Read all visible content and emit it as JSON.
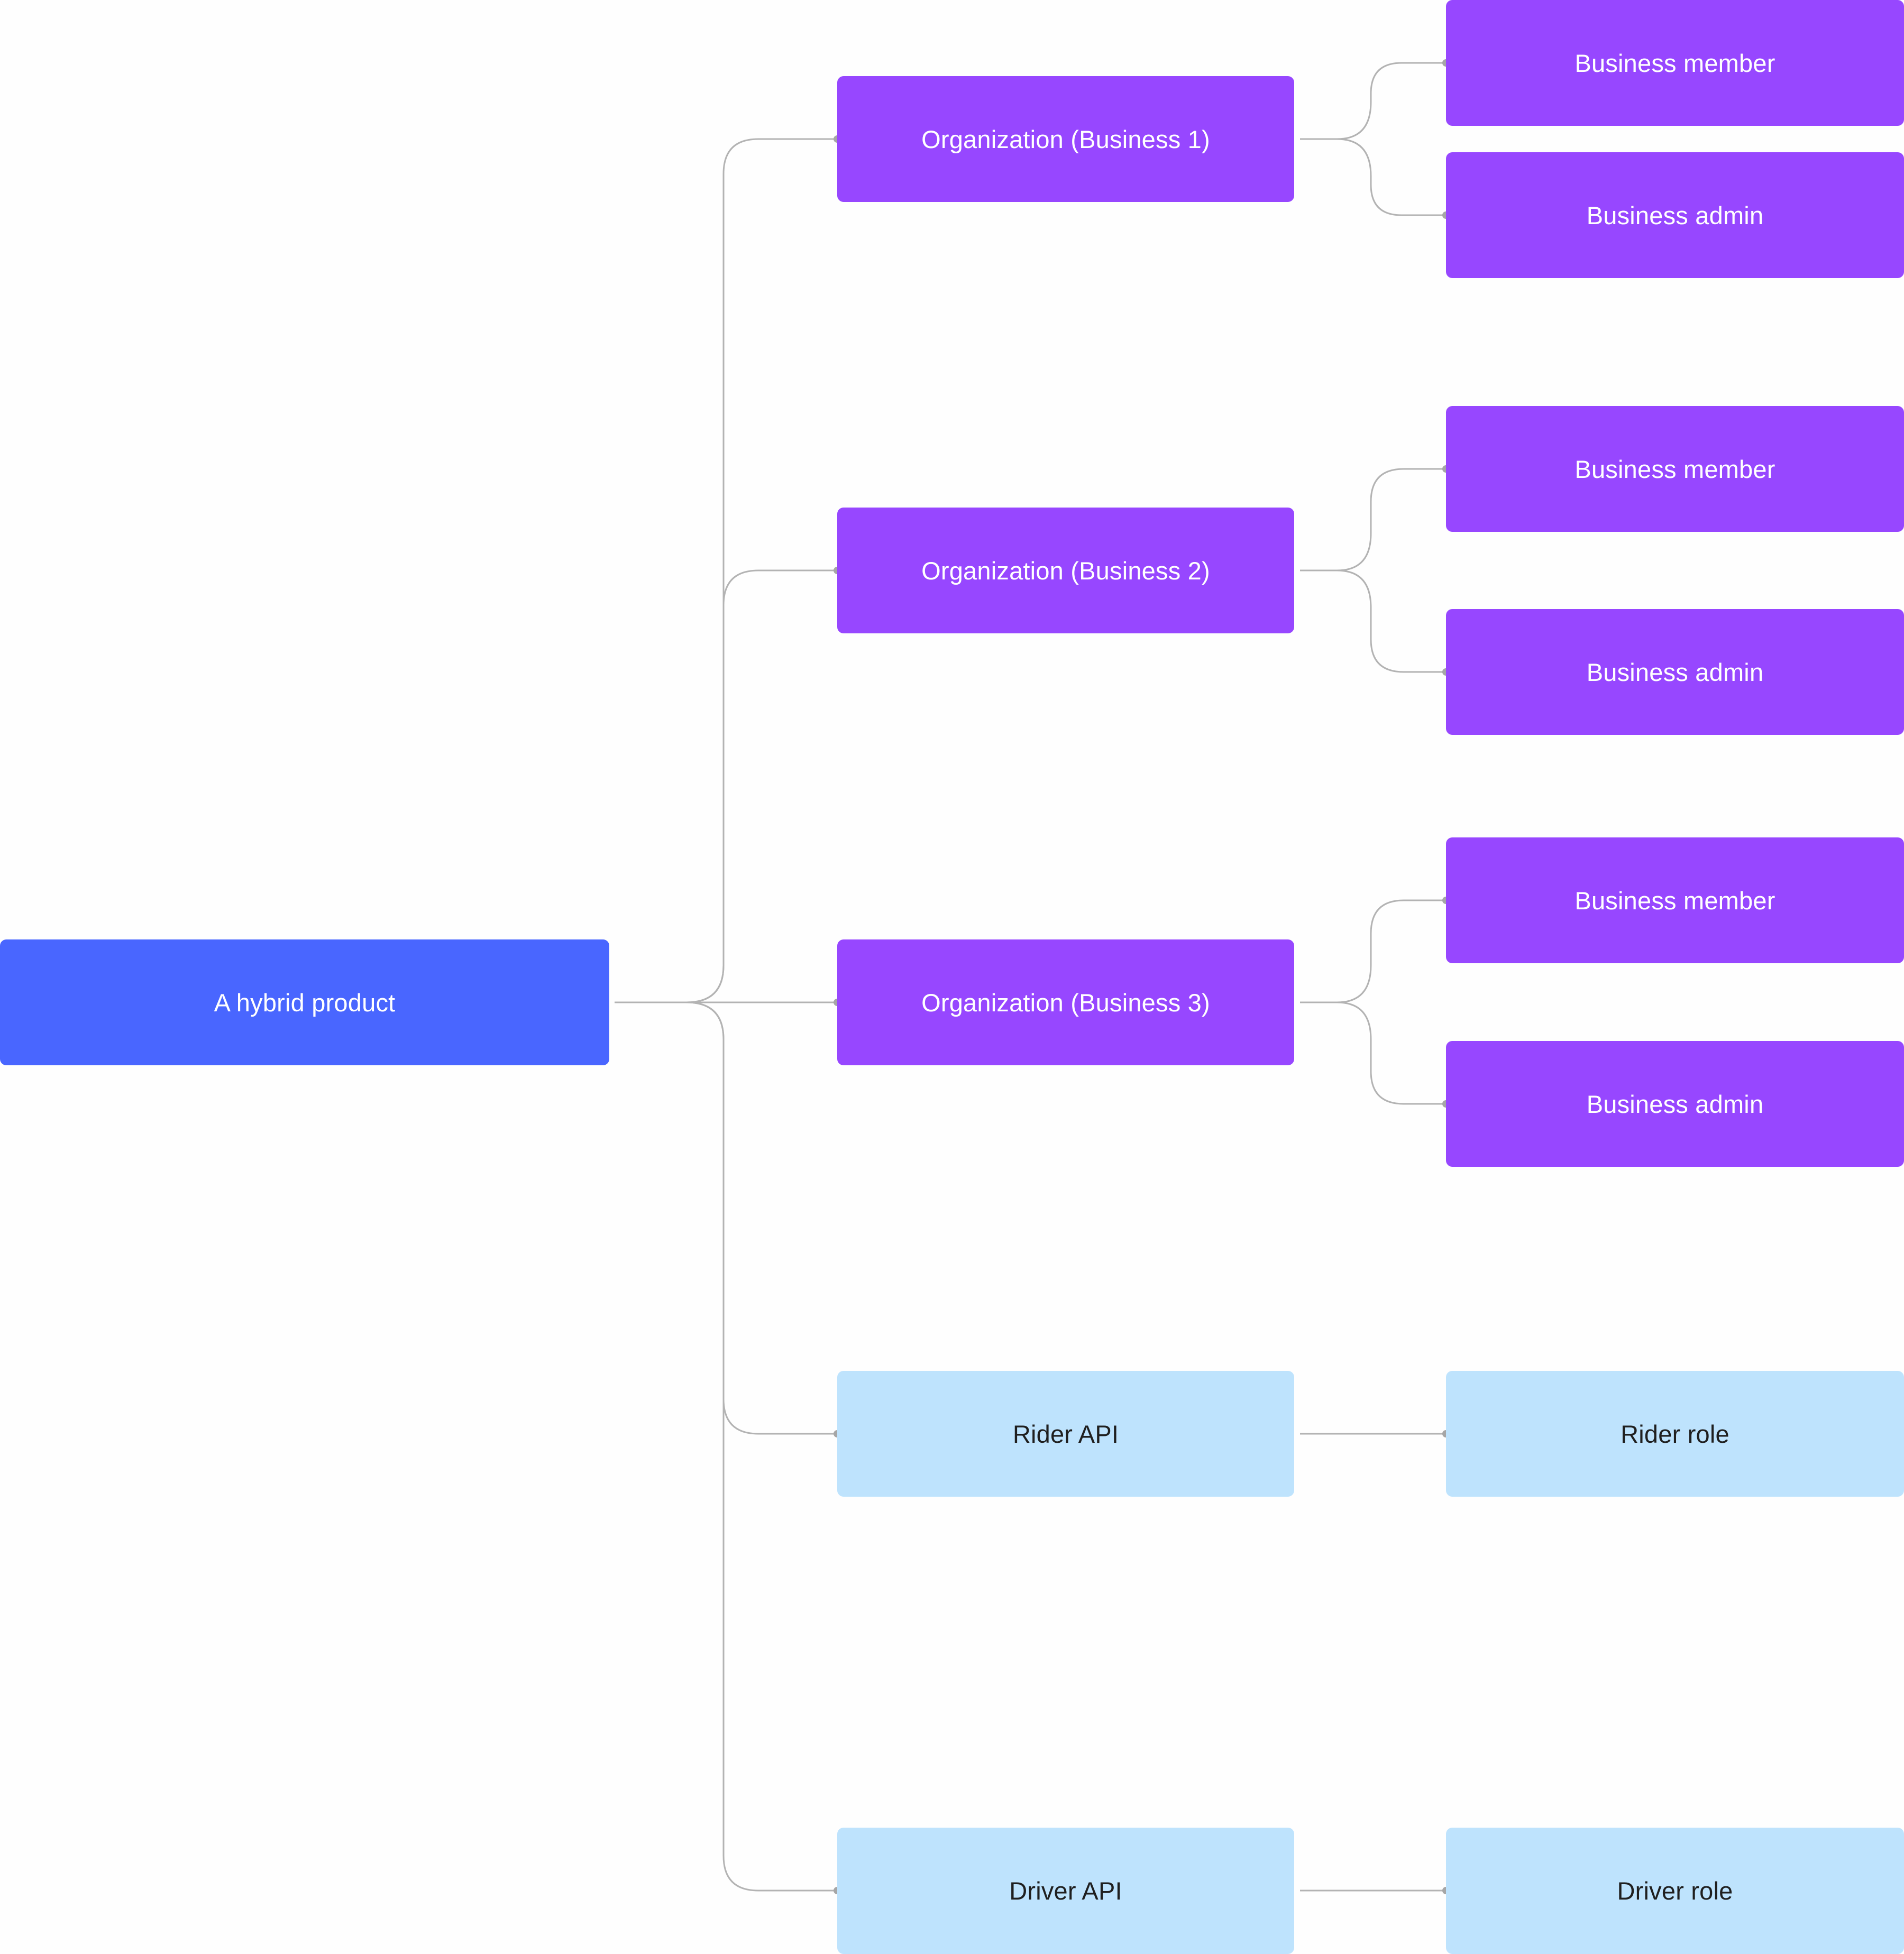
{
  "colors": {
    "root": "#4966ff",
    "organization": "#9747ff",
    "api": "#bee3fd",
    "connector": "#b3b3b3"
  },
  "root": {
    "label": "A hybrid product"
  },
  "organizations": [
    {
      "label": "Organization (Business 1)",
      "roles": [
        "Business member",
        "Business admin"
      ]
    },
    {
      "label": "Organization (Business 2)",
      "roles": [
        "Business member",
        "Business admin"
      ]
    },
    {
      "label": "Organization (Business 3)",
      "roles": [
        "Business member",
        "Business admin"
      ]
    }
  ],
  "apis": [
    {
      "label": "Rider API",
      "role": "Rider role"
    },
    {
      "label": "Driver API",
      "role": "Driver role"
    }
  ]
}
